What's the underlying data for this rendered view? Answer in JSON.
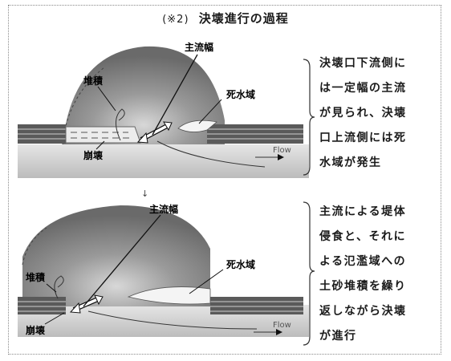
{
  "title": {
    "note": "(※2)",
    "text": "決壊進行の過程"
  },
  "panel_top": {
    "labels": {
      "main_flow_width": "主流幅",
      "deposition": "堆積",
      "dead_water": "死水域",
      "collapse": "崩壊",
      "flow": "Flow"
    },
    "description_lines": [
      "決壊口下流側に",
      "は一定幅の主流",
      "が見られ、決壊",
      "口上流側には死",
      "水域が発生"
    ]
  },
  "step_marker": "↓",
  "panel_bottom": {
    "labels": {
      "main_flow_width": "主流幅",
      "deposition": "堆積",
      "dead_water": "死水域",
      "collapse": "崩壊",
      "flow": "Flow"
    },
    "description_lines": [
      "主流による堤体",
      "侵食と、それに",
      "よる氾濫域への",
      "土砂堆積を繰り",
      "返しながら決壊",
      "が進行"
    ]
  },
  "colors": {
    "frame": "#8a8a8a",
    "dome": "#7a7a7a",
    "levee": "#5a5a5a",
    "ground": "#d4d4d4",
    "dead_water": "#f2f2f2"
  }
}
